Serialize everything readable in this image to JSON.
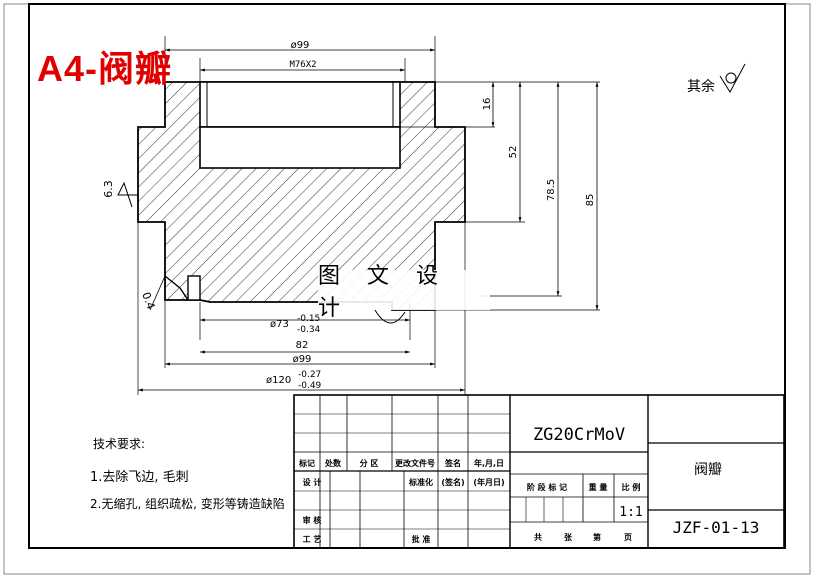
{
  "title_stamp": "A4-阀瓣",
  "watermark": "图 文 设 计",
  "roughness_note": "其余",
  "surface_finish": "6.3",
  "chamfer": "0.4",
  "dimensions": {
    "bore_top": "ø99",
    "thread": "M76X2",
    "depth_16": "16",
    "depth_52": "52",
    "depth_78_5": "78.5",
    "height_85": "85",
    "dia_73": "ø73",
    "tol_73_up": "-0.15",
    "tol_73_low": "-0.34",
    "width_82": "82",
    "dia_99": "ø99",
    "dia_120": "ø120",
    "tol_120_up": "-0.27",
    "tol_120_low": "-0.49"
  },
  "tech_requirements": {
    "heading": "技术要求:",
    "item1": "1.去除飞边, 毛刺",
    "item2": "2.无缩孔, 组织疏松, 变形等铸造缺陷"
  },
  "title_block": {
    "material": "ZG20CrMoV",
    "part_name": "阀瓣",
    "drawing_no": "JZF-01-13",
    "scale": "1:1",
    "rev_headers": [
      "标记",
      "处数",
      "分 区",
      "更改文件号",
      "签名",
      "年,月,日"
    ],
    "design": "设 计",
    "standardize": "标准化",
    "sign": "(签名)",
    "date": "(年月日)",
    "stage_headers": [
      "阶 段 标 记",
      "重 量",
      "比 例"
    ],
    "review": "审 核",
    "process": "工 艺",
    "approve": "批 准",
    "sheet_labels": [
      "共",
      "张",
      "第",
      "页"
    ]
  }
}
